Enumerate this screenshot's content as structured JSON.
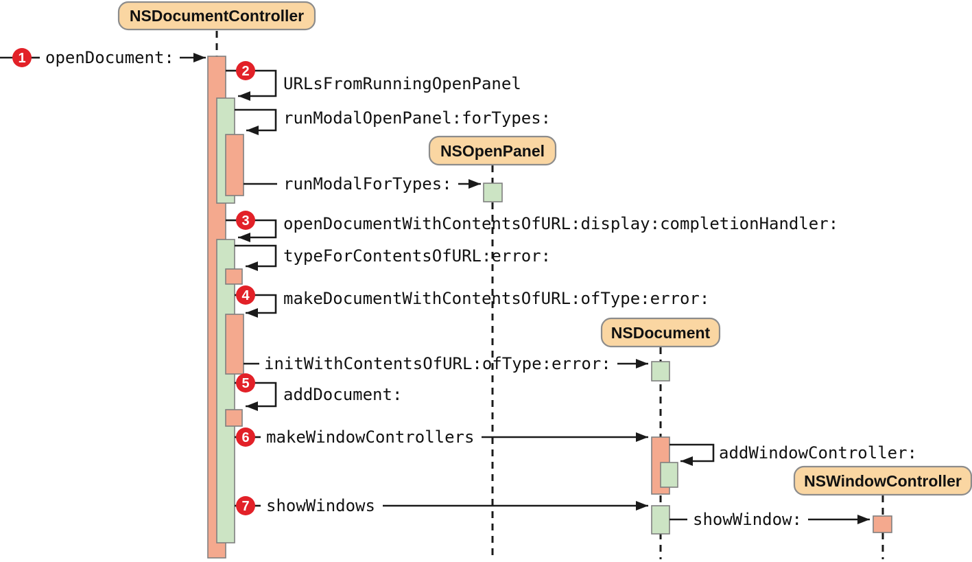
{
  "diagram": {
    "type": "uml-sequence",
    "actors": [
      {
        "id": "nsdocumentcontroller",
        "label": "NSDocumentController"
      },
      {
        "id": "nsopenpanel",
        "label": "NSOpenPanel"
      },
      {
        "id": "nsdocument",
        "label": "NSDocument"
      },
      {
        "id": "nswindowcontroller",
        "label": "NSWindowController"
      }
    ],
    "messages": [
      {
        "step": "1",
        "label": "openDocument:",
        "from": "external-caller",
        "to": "NSDocumentController",
        "kind": "call"
      },
      {
        "step": "2",
        "label": "URLsFromRunningOpenPanel",
        "from": "NSDocumentController",
        "to": "NSDocumentController",
        "kind": "self"
      },
      {
        "step": "",
        "label": "runModalOpenPanel:forTypes:",
        "from": "NSDocumentController",
        "to": "NSDocumentController",
        "kind": "self"
      },
      {
        "step": "",
        "label": "runModalForTypes:",
        "from": "NSDocumentController",
        "to": "NSOpenPanel",
        "kind": "call"
      },
      {
        "step": "3",
        "label": "openDocumentWithContentsOfURL:display:completionHandler:",
        "from": "NSDocumentController",
        "to": "NSDocumentController",
        "kind": "self"
      },
      {
        "step": "",
        "label": "typeForContentsOfURL:error:",
        "from": "NSDocumentController",
        "to": "NSDocumentController",
        "kind": "self"
      },
      {
        "step": "4",
        "label": "makeDocumentWithContentsOfURL:ofType:error:",
        "from": "NSDocumentController",
        "to": "NSDocumentController",
        "kind": "self"
      },
      {
        "step": "",
        "label": "initWithContentsOfURL:ofType:error:",
        "from": "NSDocumentController",
        "to": "NSDocument",
        "kind": "call"
      },
      {
        "step": "5",
        "label": "addDocument:",
        "from": "NSDocumentController",
        "to": "NSDocumentController",
        "kind": "self"
      },
      {
        "step": "6",
        "label": "makeWindowControllers",
        "from": "NSDocumentController",
        "to": "NSDocument",
        "kind": "call"
      },
      {
        "step": "",
        "label": "addWindowController:",
        "from": "NSDocument",
        "to": "NSDocument",
        "kind": "self"
      },
      {
        "step": "7",
        "label": "showWindows",
        "from": "NSDocumentController",
        "to": "NSDocument",
        "kind": "call"
      },
      {
        "step": "",
        "label": "showWindow:",
        "from": "NSDocument",
        "to": "NSWindowController",
        "kind": "call"
      }
    ],
    "colors": {
      "actor_fill": "#FAD6A2",
      "actor_border": "#8C8C8C",
      "activation_warm": "#F4A98E",
      "activation_cool": "#CCE4C4",
      "activation_border": "#7F7F7F",
      "step_badge": "#E22128",
      "line": "#1A1A1A",
      "background": "#FFFFFF"
    }
  }
}
